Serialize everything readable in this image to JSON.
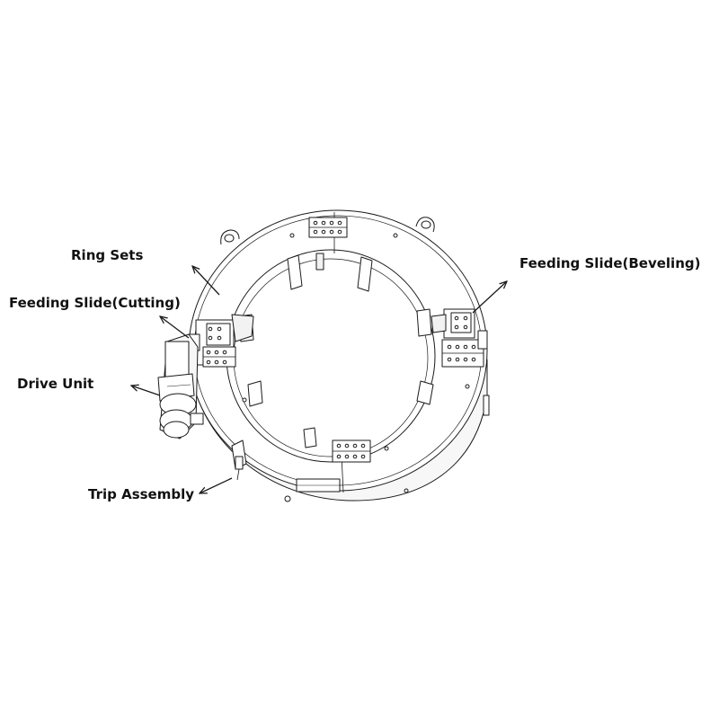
{
  "labels": {
    "ring_sets": "Ring Sets",
    "feeding_slide_cutting": "Feeding Slide(Cutting)",
    "drive_unit": "Drive Unit",
    "trip_assembly": "Trip Assembly",
    "feeding_slide_beveling": "Feeding Slide(Beveling)"
  },
  "colors": {
    "line": "#1a1a1a",
    "fill": "#ffffff",
    "shade": "#f2f2f2",
    "text": "#111111"
  },
  "icons": {
    "arrow": "arrow-head"
  }
}
